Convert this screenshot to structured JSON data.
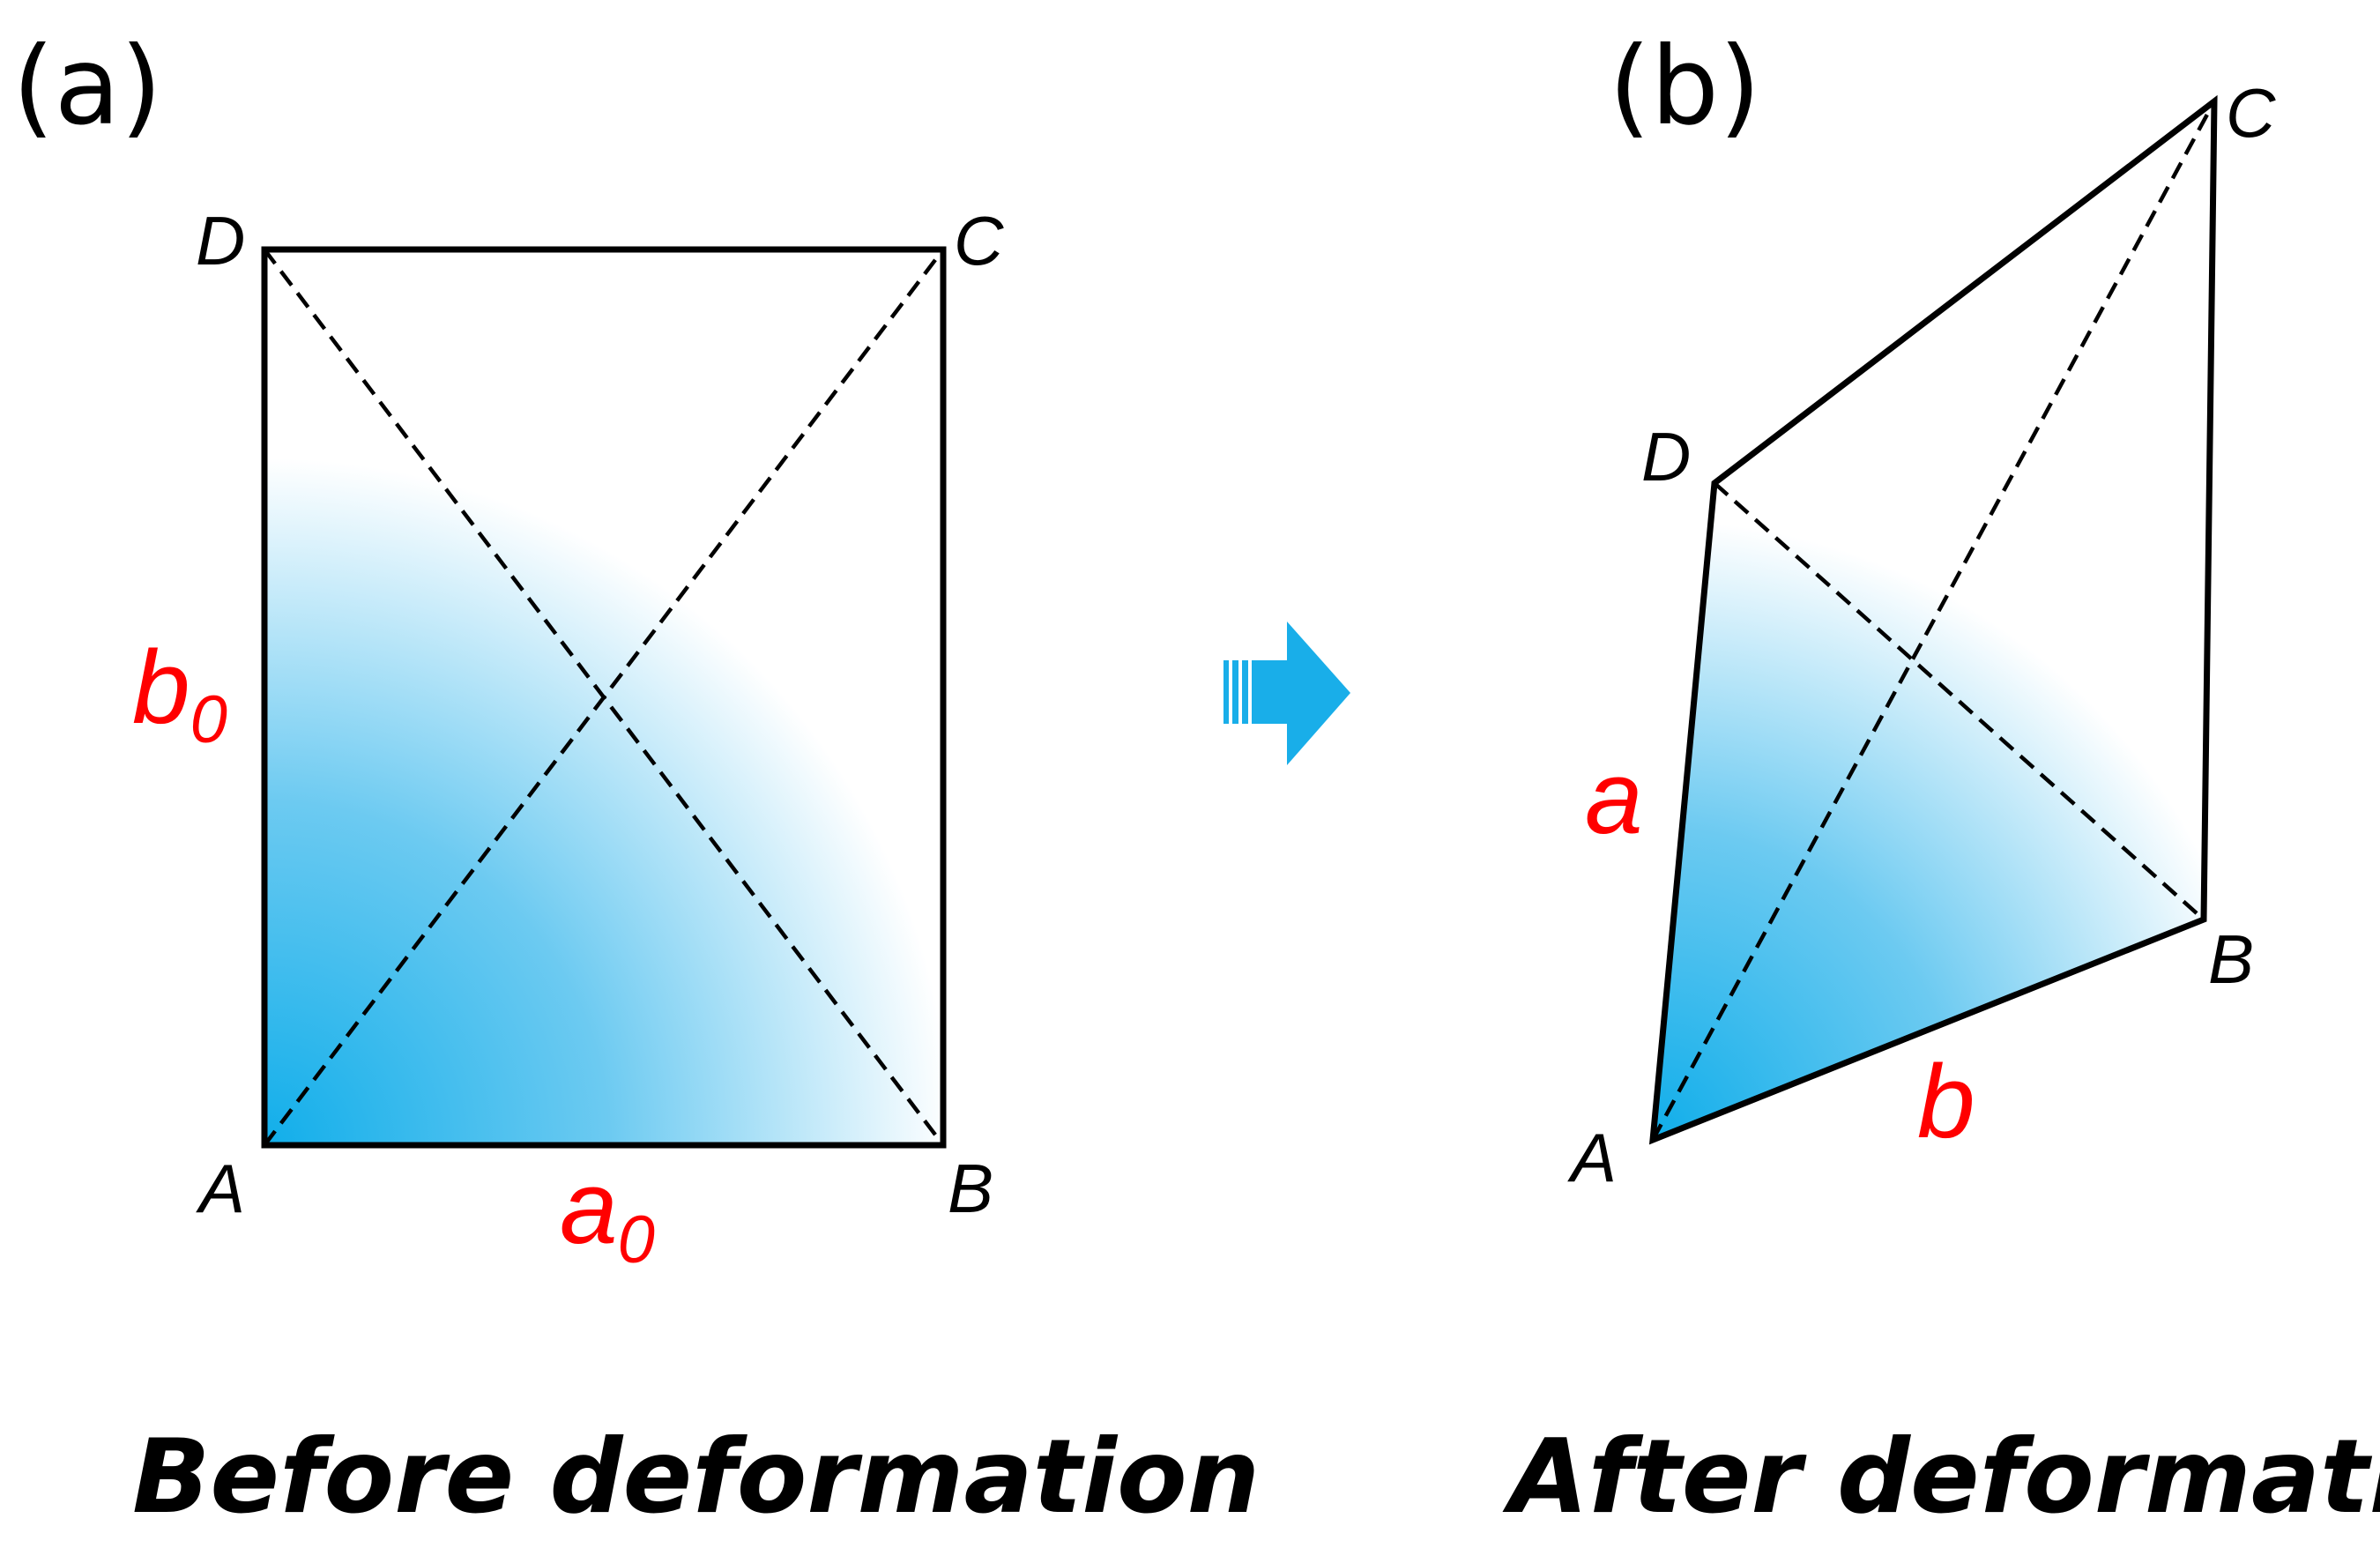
{
  "panel_a": {
    "label": "(a)",
    "vertices": {
      "A": "A",
      "B": "B",
      "C": "C",
      "D": "D"
    },
    "side_b": {
      "main": "b",
      "sub": "0"
    },
    "side_a": {
      "main": "a",
      "sub": "0"
    },
    "caption": "Before deformation"
  },
  "panel_b": {
    "label": "(b)",
    "vertices": {
      "A": "A",
      "B": "B",
      "C": "C",
      "D": "D"
    },
    "side_a": "a",
    "side_b": "b",
    "caption": "After deformation"
  },
  "colors": {
    "fill_strong": "#11aeea",
    "fill_fade": "#ffffff",
    "dimension_text": "#ff0000",
    "arrow": "#19aee9",
    "lines": "#000000"
  },
  "icons": {
    "transition": "right-arrow-icon"
  }
}
